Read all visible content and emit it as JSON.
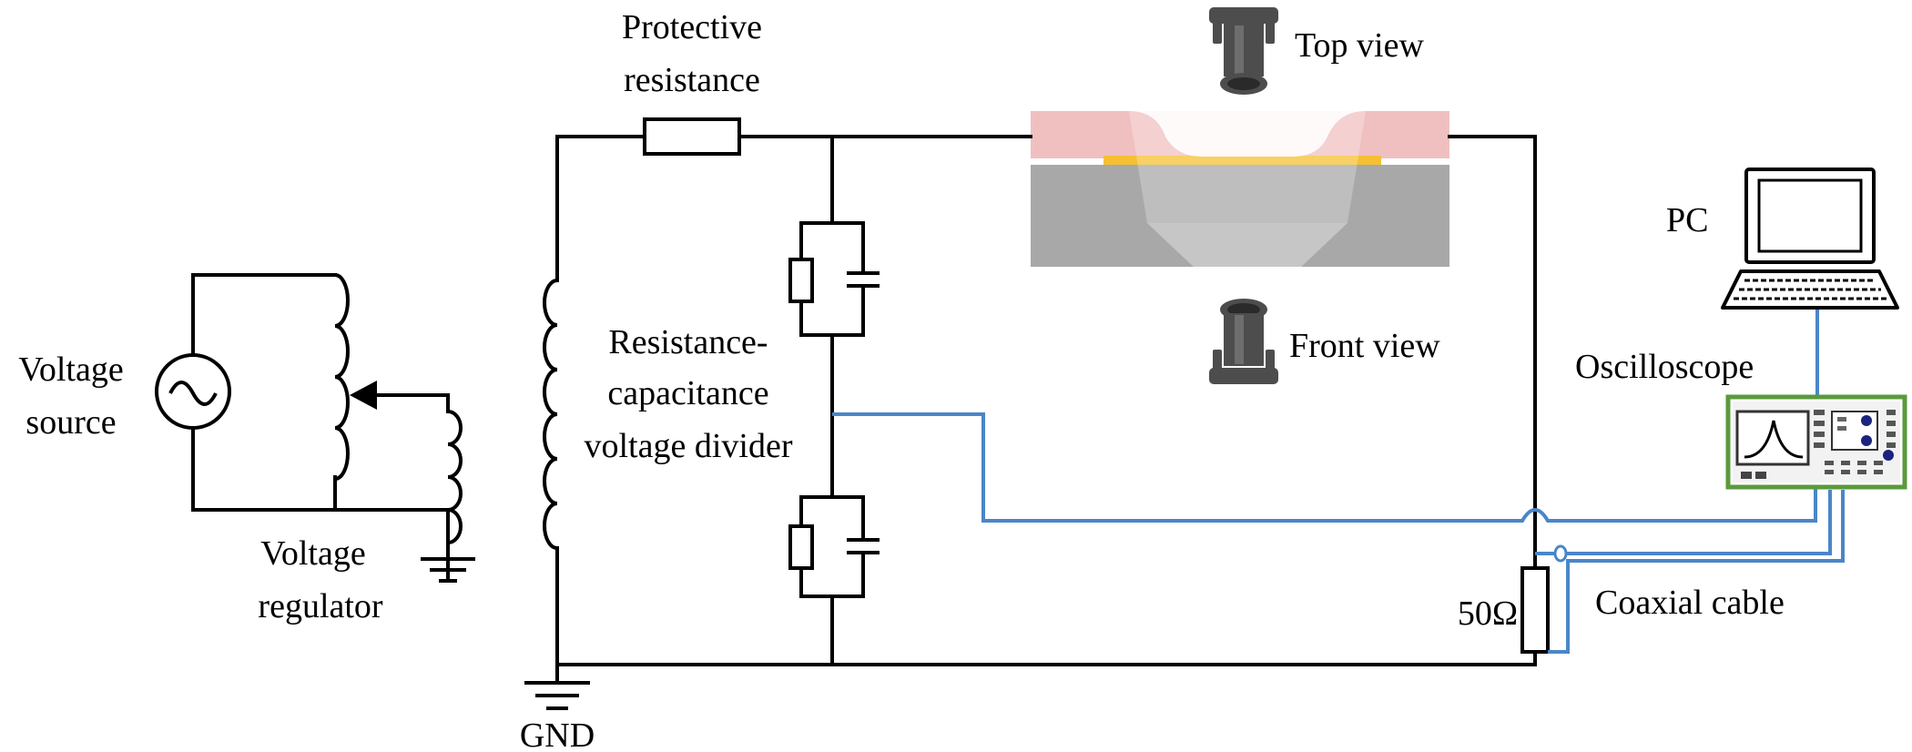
{
  "labels": {
    "protective_line1": "Protective",
    "protective_line2": "resistance",
    "top_view": "Top view",
    "front_view": "Front view",
    "pc": "PC",
    "oscilloscope": "Oscilloscope",
    "voltage_source_line1": "Voltage",
    "voltage_source_line2": "source",
    "voltage_regulator_line1": "Voltage",
    "voltage_regulator_line2": "regulator",
    "divider_line1": "Resistance-",
    "divider_line2": "capacitance",
    "divider_line3": "voltage divider",
    "resistor_50": "50Ω",
    "coaxial_cable": "Coaxial cable",
    "gnd": "GND"
  },
  "colors": {
    "wire": "#000000",
    "signal_cable": "#4a86c8",
    "electrode": "#f0c0c0",
    "dielectric": "#a8a8a8",
    "sample_strip": "#f5c033",
    "camera": "#4d4d4d",
    "oscilloscope_frame": "#5a9a3c",
    "knob": "#1a237e"
  }
}
